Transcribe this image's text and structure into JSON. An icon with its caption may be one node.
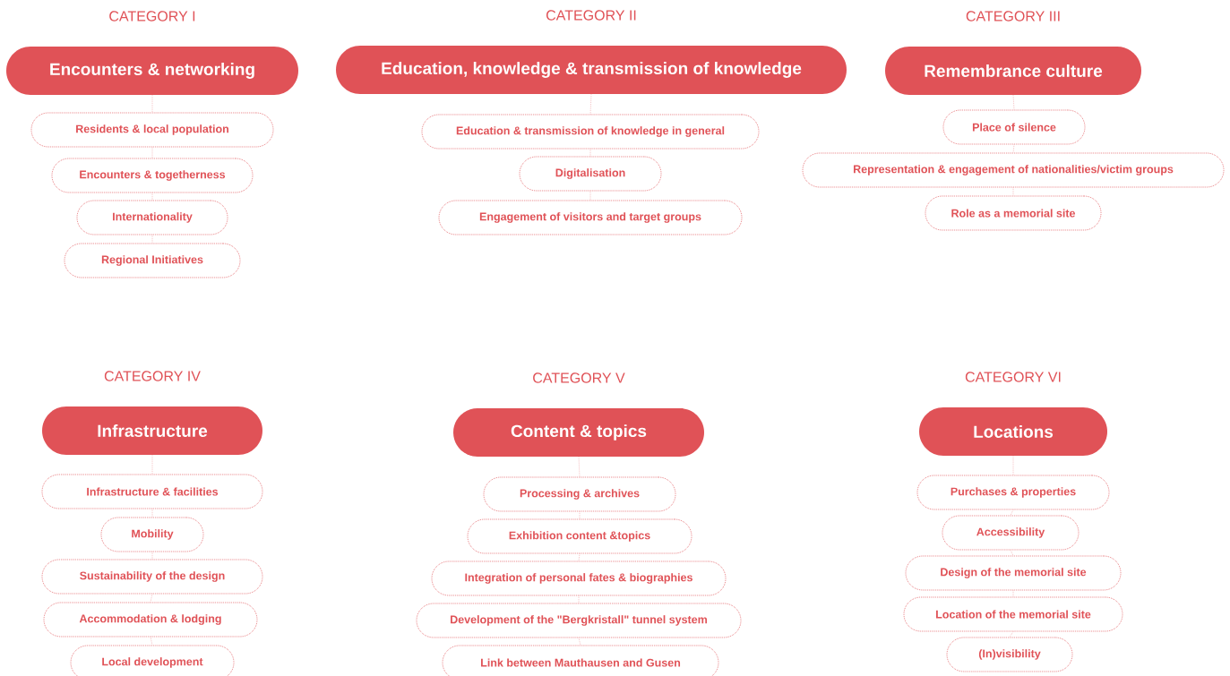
{
  "diagram": {
    "nodes": [
      {
        "text": [
          "CATEGORY I",
          "Encounters & networking"
        ]
      },
      {
        "text": [
          "Residents & local population"
        ]
      },
      {
        "text": [
          "Encounters & togetherness"
        ]
      },
      {
        "text": [
          "Internationality"
        ]
      },
      {
        "text": [
          "Regional Initiatives"
        ]
      },
      {
        "text": [
          "CATEGORY II",
          "Education, knowledge & transmission of knowledge"
        ]
      },
      {
        "text": [
          "Education & transmission of knowledge in general"
        ]
      },
      {
        "text": [
          "Digitalisation"
        ]
      },
      {
        "text": [
          "Engagement of visitors and target groups"
        ]
      },
      {
        "text": [
          "CATEGORY III",
          "Remembrance culture"
        ]
      },
      {
        "text": [
          "Place of silence"
        ]
      },
      {
        "text": [
          "Representation & engagement of nationalities/victim groups"
        ]
      },
      {
        "text": [
          "Role as a memorial site"
        ]
      },
      {
        "text": [
          "CATEGORY IV",
          "Infrastructure"
        ]
      },
      {
        "text": [
          "Infrastructure & facilities"
        ]
      },
      {
        "text": [
          "Mobility"
        ]
      },
      {
        "text": [
          "Sustainability of the design"
        ]
      },
      {
        "text": [
          "Accommodation & lodging"
        ]
      },
      {
        "text": [
          "Local development"
        ]
      },
      {
        "text": [
          "CATEGORY V",
          "Content & topics"
        ]
      },
      {
        "text": [
          "Processing & archives"
        ]
      },
      {
        "text": [
          "Exhibition content &topics"
        ]
      },
      {
        "text": [
          "Integration of personal fates & biographies"
        ]
      },
      {
        "text": [
          "Development of the \"Bergkristall\" tunnel system"
        ]
      },
      {
        "text": [
          "Link between Mauthausen and Gusen"
        ]
      },
      {
        "text": [
          "CATEGORY VI",
          "Locations"
        ]
      },
      {
        "text": [
          "Purchases & properties"
        ]
      },
      {
        "text": [
          "Accessibility"
        ]
      },
      {
        "text": [
          "Design of the memorial site"
        ]
      },
      {
        "text": [
          "Location of the memorial site"
        ]
      },
      {
        "text": [
          "(In)visibility"
        ]
      }
    ],
    "edges": [
      {
        "from": 0,
        "to": 1,
        "arrow": "none",
        "style": "dashed"
      },
      {
        "from": 1,
        "to": 2,
        "arrow": "none",
        "style": "dashed"
      },
      {
        "from": 2,
        "to": 3,
        "arrow": "none",
        "style": "dashed"
      },
      {
        "from": 3,
        "to": 4,
        "arrow": "none",
        "style": "dashed"
      },
      {
        "from": 5,
        "to": 6,
        "arrow": "none",
        "style": "dashed"
      },
      {
        "from": 6,
        "to": 7,
        "arrow": "none",
        "style": "dashed"
      },
      {
        "from": 7,
        "to": 8,
        "arrow": "none",
        "style": "dashed"
      },
      {
        "from": 9,
        "to": 10,
        "arrow": "none",
        "style": "dashed"
      },
      {
        "from": 10,
        "to": 11,
        "arrow": "none",
        "style": "dashed"
      },
      {
        "from": 11,
        "to": 12,
        "arrow": "none",
        "style": "dashed"
      },
      {
        "from": 13,
        "to": 14,
        "arrow": "none",
        "style": "dashed"
      },
      {
        "from": 14,
        "to": 15,
        "arrow": "none",
        "style": "dashed"
      },
      {
        "from": 15,
        "to": 16,
        "arrow": "none",
        "style": "dashed"
      },
      {
        "from": 16,
        "to": 17,
        "arrow": "none",
        "style": "dashed"
      },
      {
        "from": 17,
        "to": 18,
        "arrow": "none",
        "style": "dashed"
      },
      {
        "from": 19,
        "to": 20,
        "arrow": "none",
        "style": "dashed"
      },
      {
        "from": 20,
        "to": 21,
        "arrow": "none",
        "style": "dashed"
      },
      {
        "from": 21,
        "to": 22,
        "arrow": "none",
        "style": "dashed"
      },
      {
        "from": 22,
        "to": 23,
        "arrow": "none",
        "style": "dashed"
      },
      {
        "from": 23,
        "to": 24,
        "arrow": "none",
        "style": "dashed"
      },
      {
        "from": 25,
        "to": 26,
        "arrow": "none",
        "style": "dashed"
      },
      {
        "from": 26,
        "to": 27,
        "arrow": "none",
        "style": "dashed"
      },
      {
        "from": 27,
        "to": 28,
        "arrow": "none",
        "style": "dashed"
      },
      {
        "from": 28,
        "to": 29,
        "arrow": "none",
        "style": "dashed"
      },
      {
        "from": 29,
        "to": 30,
        "arrow": "none",
        "style": "dashed"
      }
    ]
  }
}
